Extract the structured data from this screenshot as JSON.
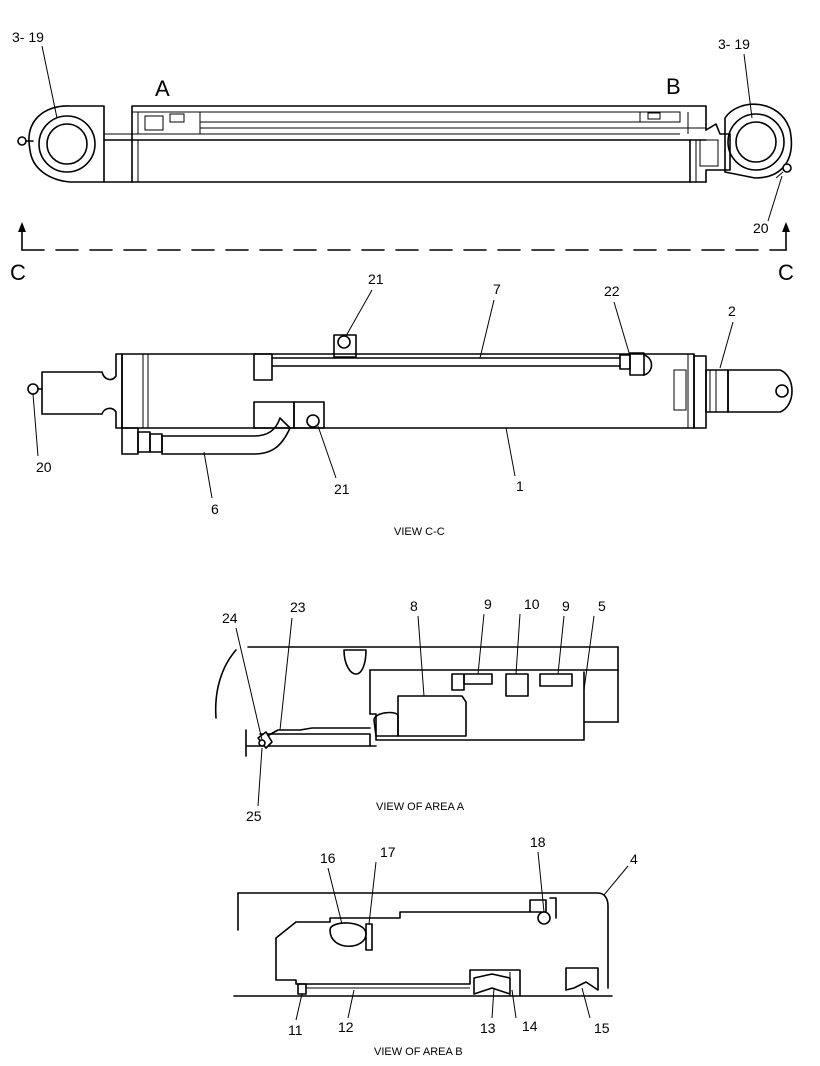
{
  "section_marks": {
    "a": "A",
    "b": "B",
    "c_left": "C",
    "c_right": "C"
  },
  "callouts": {
    "top_left_pin": "3- 19",
    "top_right_pin": "3- 19",
    "top_grease_fitting": "20",
    "cc_clamp_top": "21",
    "cc_tube_upper": "7",
    "cc_fitting_right": "22",
    "cc_rod_end": "2",
    "cc_grease_fitting": "20",
    "cc_tube_lower": "6",
    "cc_clamp_bottom": "21",
    "cc_barrel": "1",
    "a_oring": "24",
    "a_backup": "23",
    "a_head": "8",
    "a_ring_left": "9",
    "a_seal": "10",
    "a_ring_right": "9",
    "a_rod": "5",
    "a_wiper": "25",
    "b_oring": "16",
    "b_backup": "17",
    "b_snap": "18",
    "b_piston": "4",
    "b_ring": "11",
    "b_band": "12",
    "b_seal_left": "13",
    "b_seal_mid": "14",
    "b_wear": "15"
  },
  "captions": {
    "view_cc": "VIEW C-C",
    "view_a": "VIEW OF AREA A",
    "view_b": "VIEW OF AREA B"
  }
}
